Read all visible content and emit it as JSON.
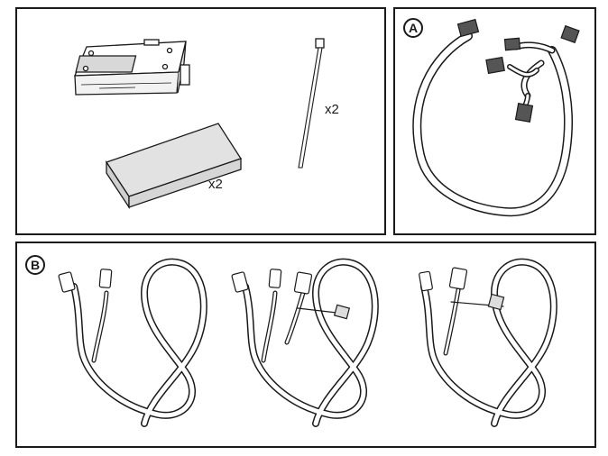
{
  "panel_a": {
    "badge": "A"
  },
  "panel_b": {
    "badge": "B"
  },
  "kit": {
    "cable_tie_qty": "x2",
    "foam_pad_qty": "x2"
  }
}
